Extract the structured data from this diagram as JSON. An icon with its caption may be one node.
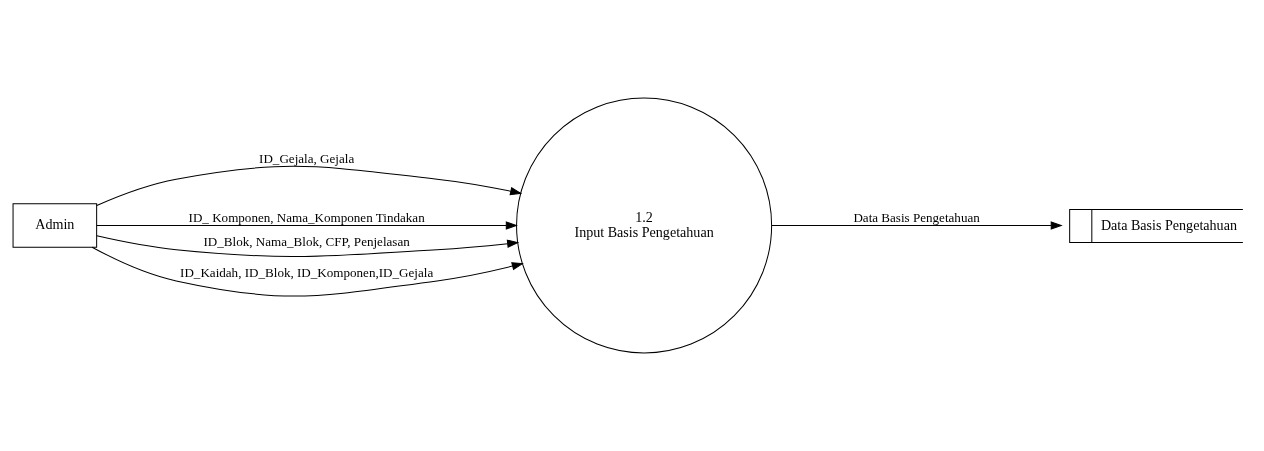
{
  "diagram": {
    "nodes": [
      {
        "text": [
          "Admin"
        ]
      },
      {
        "text": [
          "1.2",
          "Input Basis Pengetahuan"
        ]
      },
      {
        "text": [
          "Data Basis Pengetahuan"
        ]
      }
    ],
    "edges": [
      {
        "from": 0,
        "to": 1,
        "arrow": "to",
        "label": "ID_Gejala, Gejala"
      },
      {
        "from": 0,
        "to": 1,
        "arrow": "to",
        "label": "ID_ Komponen, Nama_Komponen Tindakan"
      },
      {
        "from": 0,
        "to": 1,
        "arrow": "to",
        "label": "ID_Blok, Nama_Blok, CFP, Penjelasan"
      },
      {
        "from": 0,
        "to": 1,
        "arrow": "to",
        "label": "ID_Kaidah, ID_Blok, ID_Komponen,ID_Gejala"
      },
      {
        "from": 1,
        "to": 2,
        "arrow": "to",
        "label": "Data Basis Pengetahuan"
      }
    ]
  }
}
